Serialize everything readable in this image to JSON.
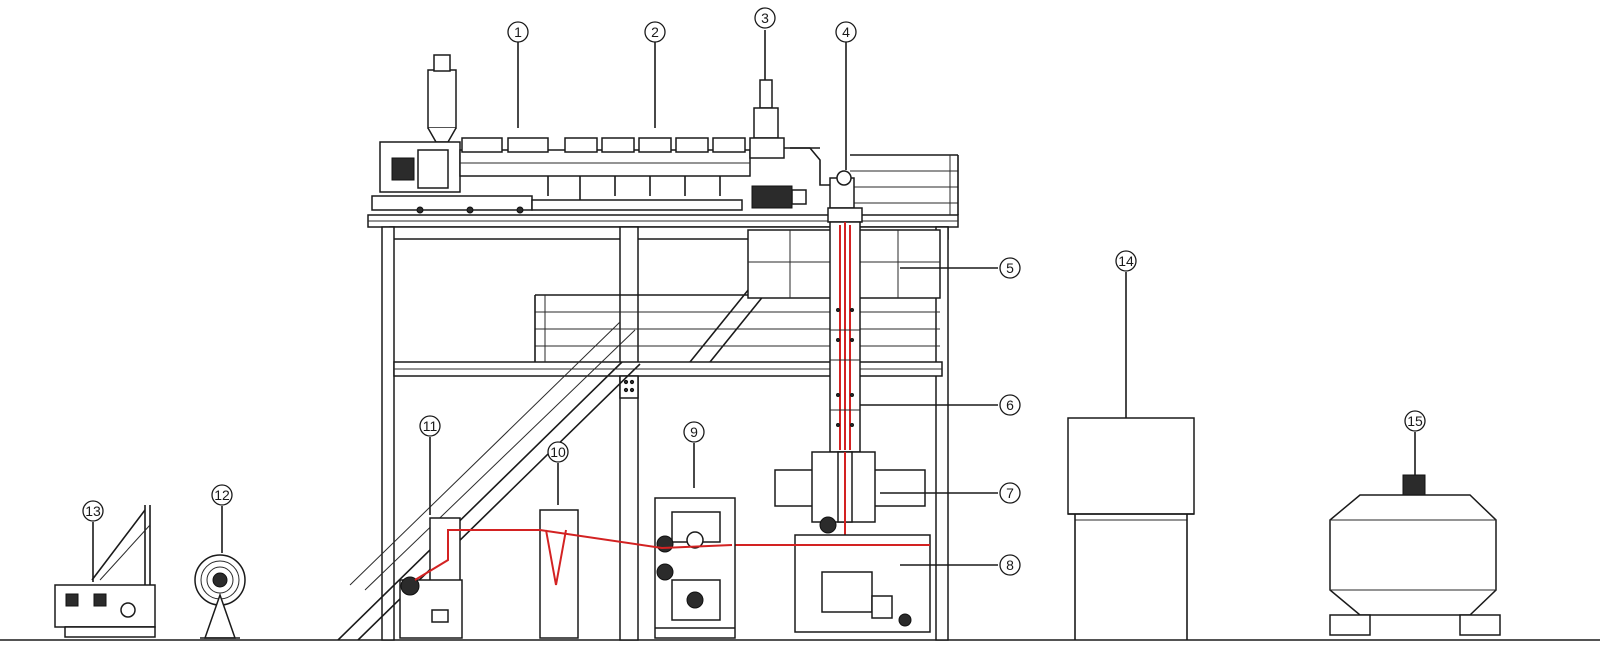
{
  "diagram": {
    "callouts": [
      {
        "id": "1",
        "label": "1"
      },
      {
        "id": "2",
        "label": "2"
      },
      {
        "id": "3",
        "label": "3"
      },
      {
        "id": "4",
        "label": "4"
      },
      {
        "id": "5",
        "label": "5"
      },
      {
        "id": "6",
        "label": "6"
      },
      {
        "id": "7",
        "label": "7"
      },
      {
        "id": "8",
        "label": "8"
      },
      {
        "id": "9",
        "label": "9"
      },
      {
        "id": "10",
        "label": "10"
      },
      {
        "id": "11",
        "label": "11"
      },
      {
        "id": "12",
        "label": "12"
      },
      {
        "id": "13",
        "label": "13"
      },
      {
        "id": "14",
        "label": "14"
      },
      {
        "id": "15",
        "label": "15"
      }
    ],
    "colors": {
      "line": "#1a1a1a",
      "web_path": "#d32222",
      "background": "#ffffff"
    }
  }
}
